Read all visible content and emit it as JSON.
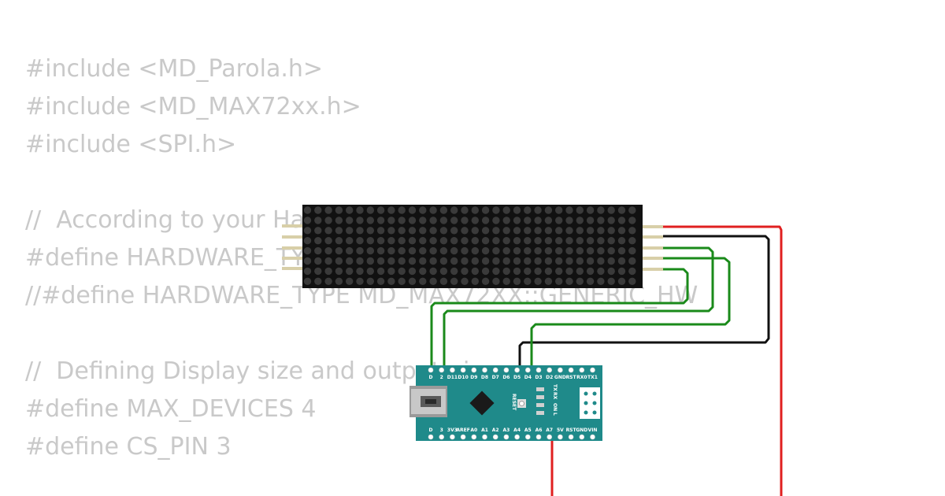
{
  "code": {
    "lines": [
      "#include <MD_Parola.h>",
      "#include <MD_MAX72xx.h>",
      "#include <SPI.h>",
      "",
      "//  According to your Hardware",
      "#define HARDWARE_TYPE MD_MAX72XX::FC16_HW",
      "//#define HARDWARE_TYPE MD_MAX72XX::GENERIC_HW",
      "",
      "//  Defining Display size and output pins",
      "#define MAX_DEVICES 4",
      "#define CS_PIN 3"
    ]
  },
  "matrix": {
    "rows": 8,
    "cols": 32,
    "body_color": "#111111",
    "led_off_color": "#3a3a3a"
  },
  "board": {
    "color": "#1f8a8a",
    "top_pin_labels": [
      "D",
      "2",
      "D11",
      "D10",
      "D9",
      "D8",
      "D7",
      "D6",
      "D5",
      "D4",
      "D3",
      "D2",
      "GND",
      "RST",
      "RX0",
      "TX1"
    ],
    "bottom_pin_labels": [
      "D",
      "3",
      "3V3",
      "AREF",
      "A0",
      "A1",
      "A2",
      "A3",
      "A4",
      "A5",
      "A6",
      "A7",
      "5V",
      "RST",
      "GND",
      "VIN"
    ],
    "reset_label": "RESET",
    "led_labels": [
      "TX",
      "RX",
      "ON",
      "L"
    ]
  },
  "wires": {
    "vcc_color": "#e02020",
    "gnd_color": "#111111",
    "signal_color": "#1a8a1a"
  },
  "colors": {
    "code_text": "#c9c9c9",
    "background": "#ffffff",
    "header_pin": "#d8cfa8"
  }
}
